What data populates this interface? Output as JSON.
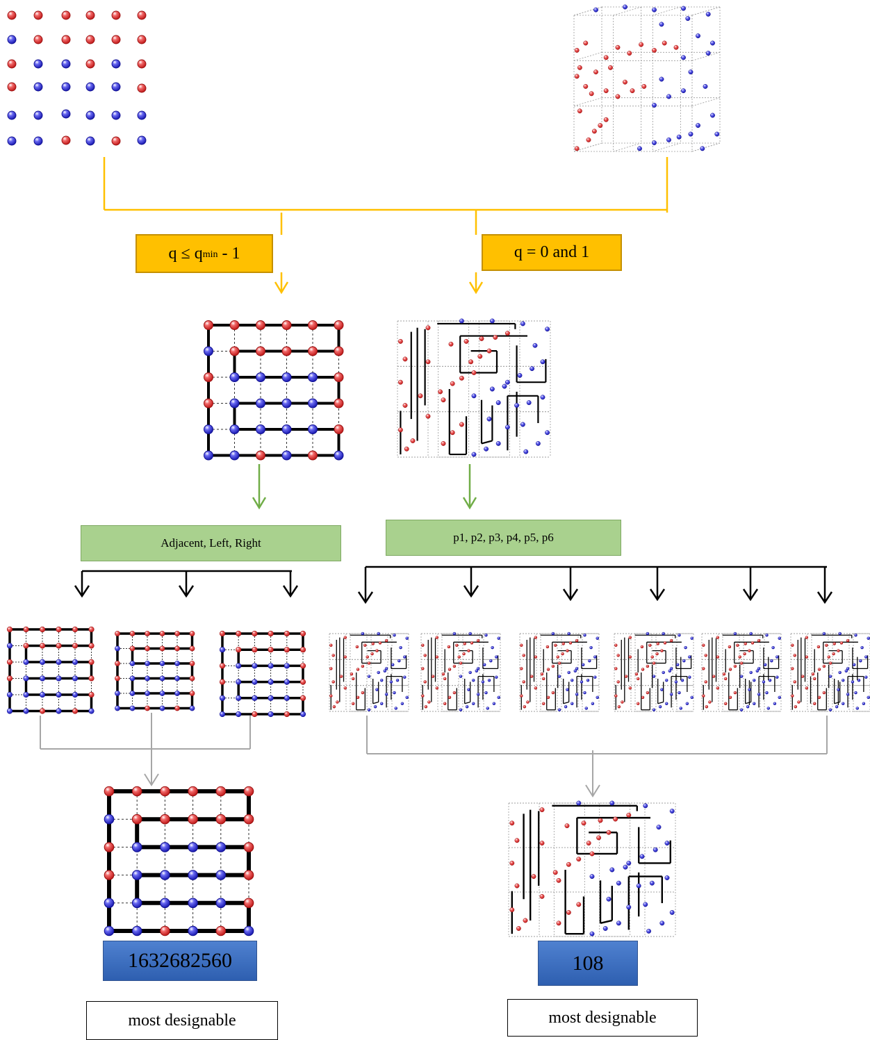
{
  "condition_left": {
    "q": "q ≤ q",
    "sub": "min",
    "rest": " - 1"
  },
  "condition_right": "q = 0 and 1",
  "moves_left": "Adjacent, Left, Right",
  "moves_right": "p1, p2, p3, p4, p5, p6",
  "result_left_value": "1632682560",
  "result_right_value": "108",
  "result_left_label": "most designable",
  "result_right_label": "most designable",
  "colors": {
    "red_bead": "#E8303A",
    "blue_bead": "#3A3AE0",
    "orange_line": "#FFC000",
    "green_arrow": "#70AD47",
    "gray_line": "#A6A6A6"
  }
}
